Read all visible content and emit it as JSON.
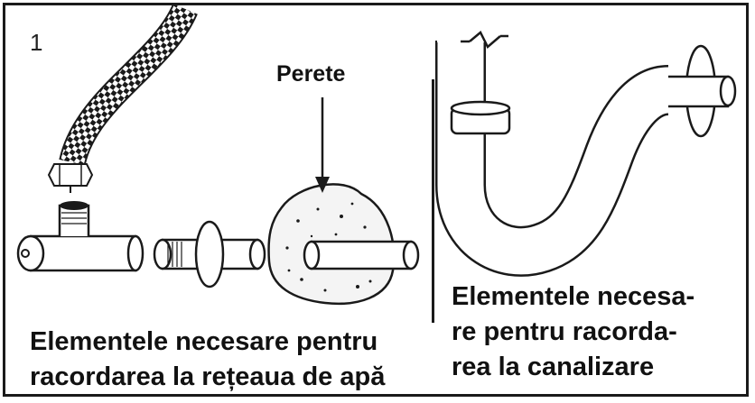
{
  "figure_number": "1",
  "wall_label": "Perete",
  "caption_left": [
    "Elementele necesare pentru",
    "racordarea la rețeaua de apă"
  ],
  "caption_right": [
    "Elementele necesa-",
    "re pentru racorda-",
    "rea la canalizare"
  ],
  "colors": {
    "ink": "#1a1a1a",
    "background": "#ffffff"
  }
}
